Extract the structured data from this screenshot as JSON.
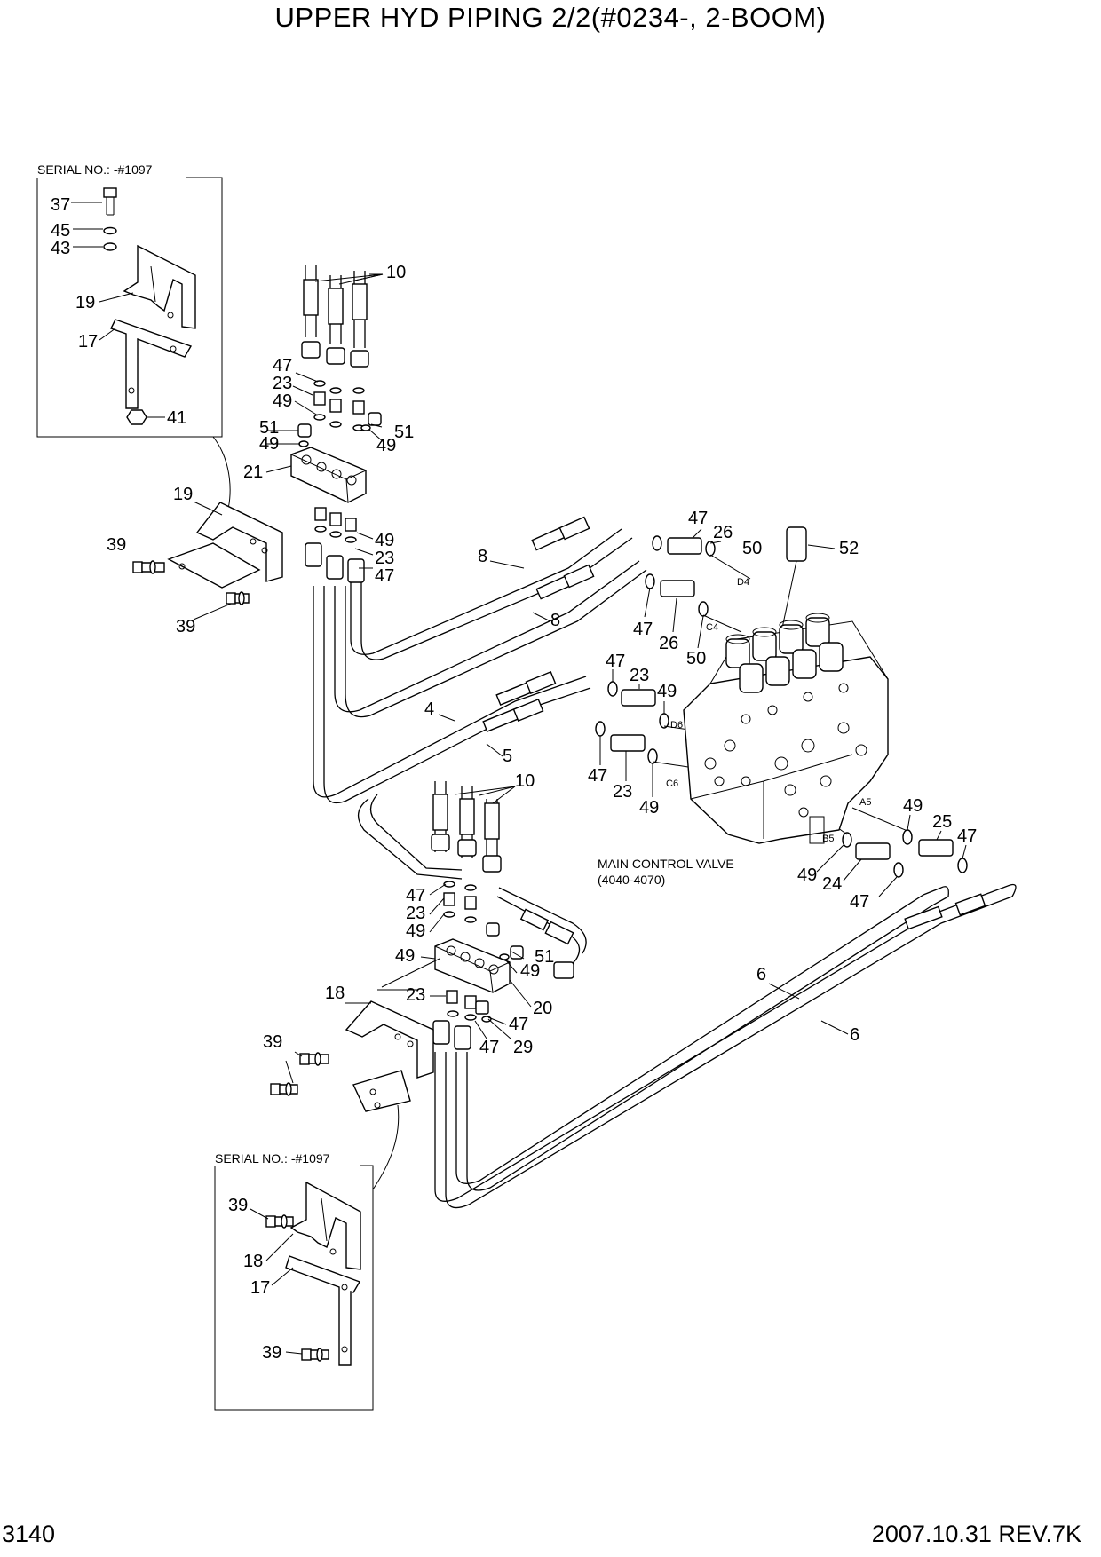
{
  "title": "UPPER HYD PIPING 2/2(#0234-, 2-BOOM)",
  "page_number": "3140",
  "revision": "2007.10.31  REV.7K",
  "insets": {
    "top": "SERIAL NO.: -#1097",
    "bottom": "SERIAL NO.: -#1097"
  },
  "main_control_valve": {
    "label": "MAIN CONTROL VALVE",
    "part_range": "(4040-4070)"
  },
  "ports": [
    "D4",
    "C4",
    "D6",
    "C6",
    "A5",
    "B5"
  ],
  "callouts": {
    "top_inset": [
      "37",
      "45",
      "43",
      "19",
      "17",
      "41"
    ],
    "upper_block": [
      "10",
      "47",
      "23",
      "49",
      "51",
      "49",
      "51",
      "49",
      "21",
      "19",
      "39",
      "39",
      "49",
      "23",
      "47"
    ],
    "hoses": [
      "8",
      "8",
      "4",
      "5",
      "6",
      "6"
    ],
    "valve_fittings": [
      "47",
      "26",
      "50",
      "52",
      "47",
      "26",
      "50",
      "47",
      "23",
      "49",
      "47",
      "23",
      "49",
      "49",
      "25",
      "47",
      "49",
      "24",
      "47"
    ],
    "lower_block": [
      "10",
      "47",
      "23",
      "49",
      "49",
      "51",
      "49",
      "18",
      "39",
      "23",
      "20",
      "47",
      "47",
      "29"
    ],
    "bottom_inset": [
      "39",
      "18",
      "17",
      "39"
    ]
  }
}
